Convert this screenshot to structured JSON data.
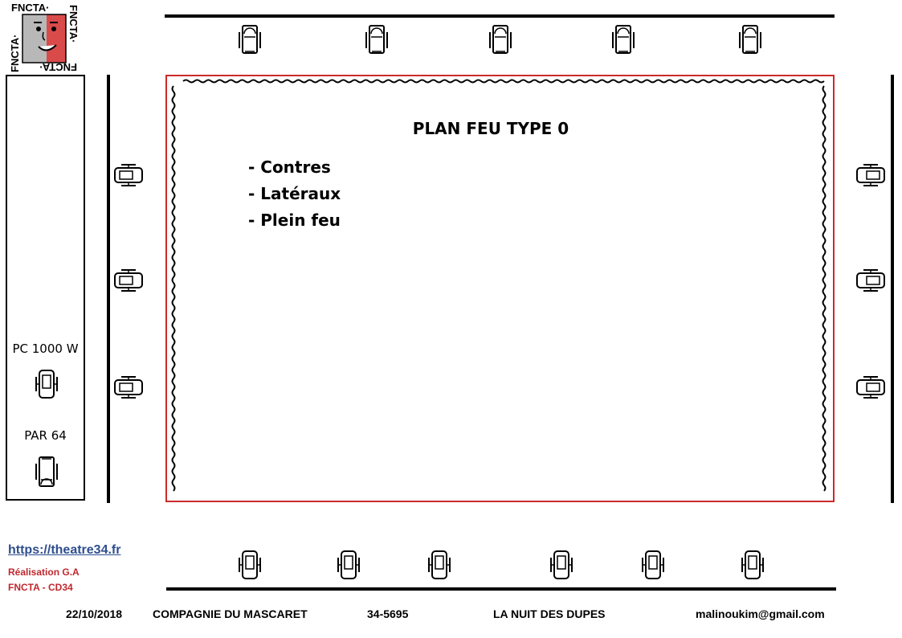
{
  "logo": {
    "text": "FNCTA·"
  },
  "legend": {
    "pc_label": "PC 1000 W",
    "pc_icon": "pc-spotlight-icon",
    "par_label": "PAR 64",
    "par_icon": "par-can-icon"
  },
  "plan": {
    "title": "PLAN FEU TYPE 0",
    "items": [
      "- Contres",
      "- Latéraux",
      "- Plein feu"
    ]
  },
  "credits": {
    "link": "https://theatre34.fr",
    "author": "Réalisation G.A",
    "org": "FNCTA - CD34"
  },
  "footer": {
    "date": "22/10/2018",
    "company": "COMPAGNIE DU MASCARET",
    "code": "34-5695",
    "play": "LA NUIT DES DUPES",
    "email": "malinoukim@gmail.com"
  },
  "colors": {
    "stage_border": "#cc2a2a",
    "logo_red": "#d94b4b",
    "logo_gray": "#b8b8b8",
    "credit": "#c0272d",
    "link": "#2e4e8f"
  },
  "fixtures": {
    "back_par": 5,
    "left_pc": 3,
    "right_pc": 3,
    "front_pc": 6
  }
}
